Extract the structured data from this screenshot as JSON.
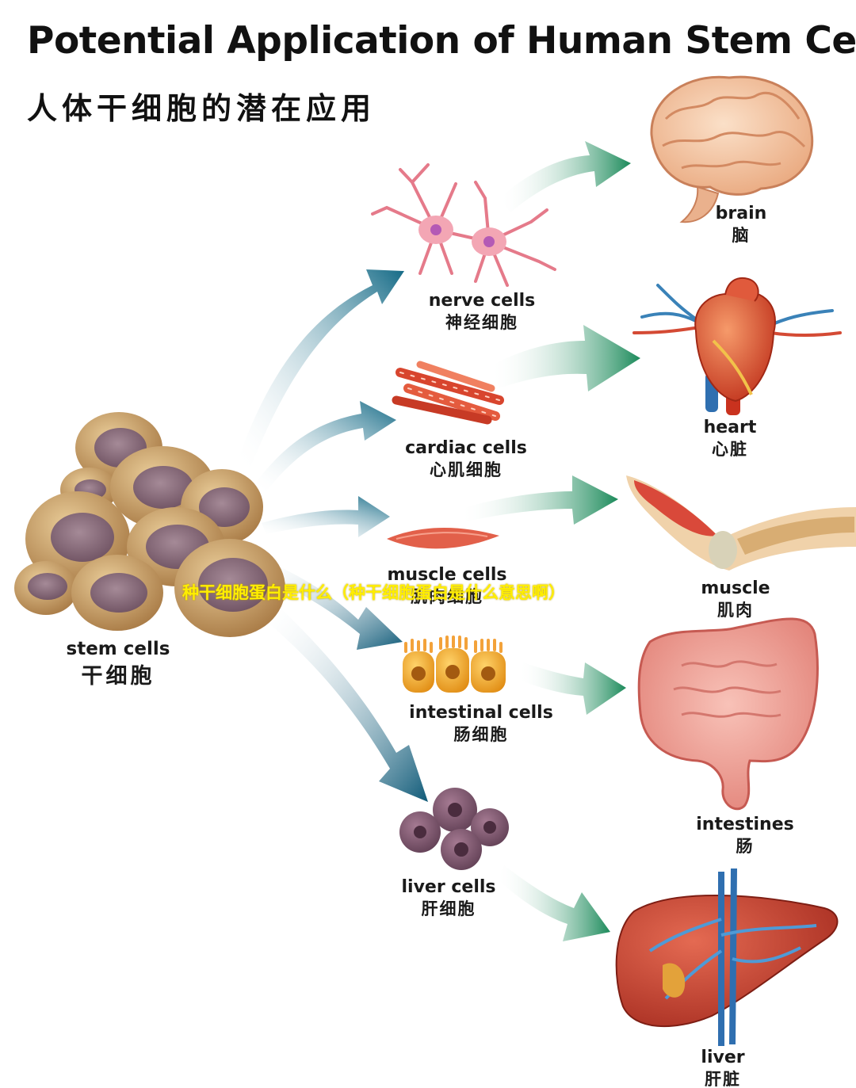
{
  "title_en": "Potential Application of Human Stem Cells",
  "title_zh": "人体干细胞的潜在应用",
  "stem": {
    "en": "stem cells",
    "zh": "干细胞"
  },
  "cells": {
    "nerve": {
      "en": "nerve cells",
      "zh": "神经细胞"
    },
    "cardiac": {
      "en": "cardiac cells",
      "zh": "心肌细胞"
    },
    "muscle": {
      "en": "muscle cells",
      "zh": "肌肉细胞"
    },
    "intestinal": {
      "en": "intestinal cells",
      "zh": "肠细胞"
    },
    "liver": {
      "en": "liver cells",
      "zh": "肝细胞"
    }
  },
  "organs": {
    "brain": {
      "en": "brain",
      "zh": "脑"
    },
    "heart": {
      "en": "heart",
      "zh": "心脏"
    },
    "muscle": {
      "en": "muscle",
      "zh": "肌肉"
    },
    "intestines": {
      "en": "intestines",
      "zh": "肠"
    },
    "liver": {
      "en": "liver",
      "zh": "肝脏"
    }
  },
  "overlay_caption": "种干细胞蛋白是什么（种干细胞蛋白是什么意思啊）",
  "colors": {
    "teal_arrow": "#16708a",
    "green_arrow": "#1f8a5c",
    "cell_shell": "#c79c62",
    "nucleus": "#8a6a7a"
  }
}
